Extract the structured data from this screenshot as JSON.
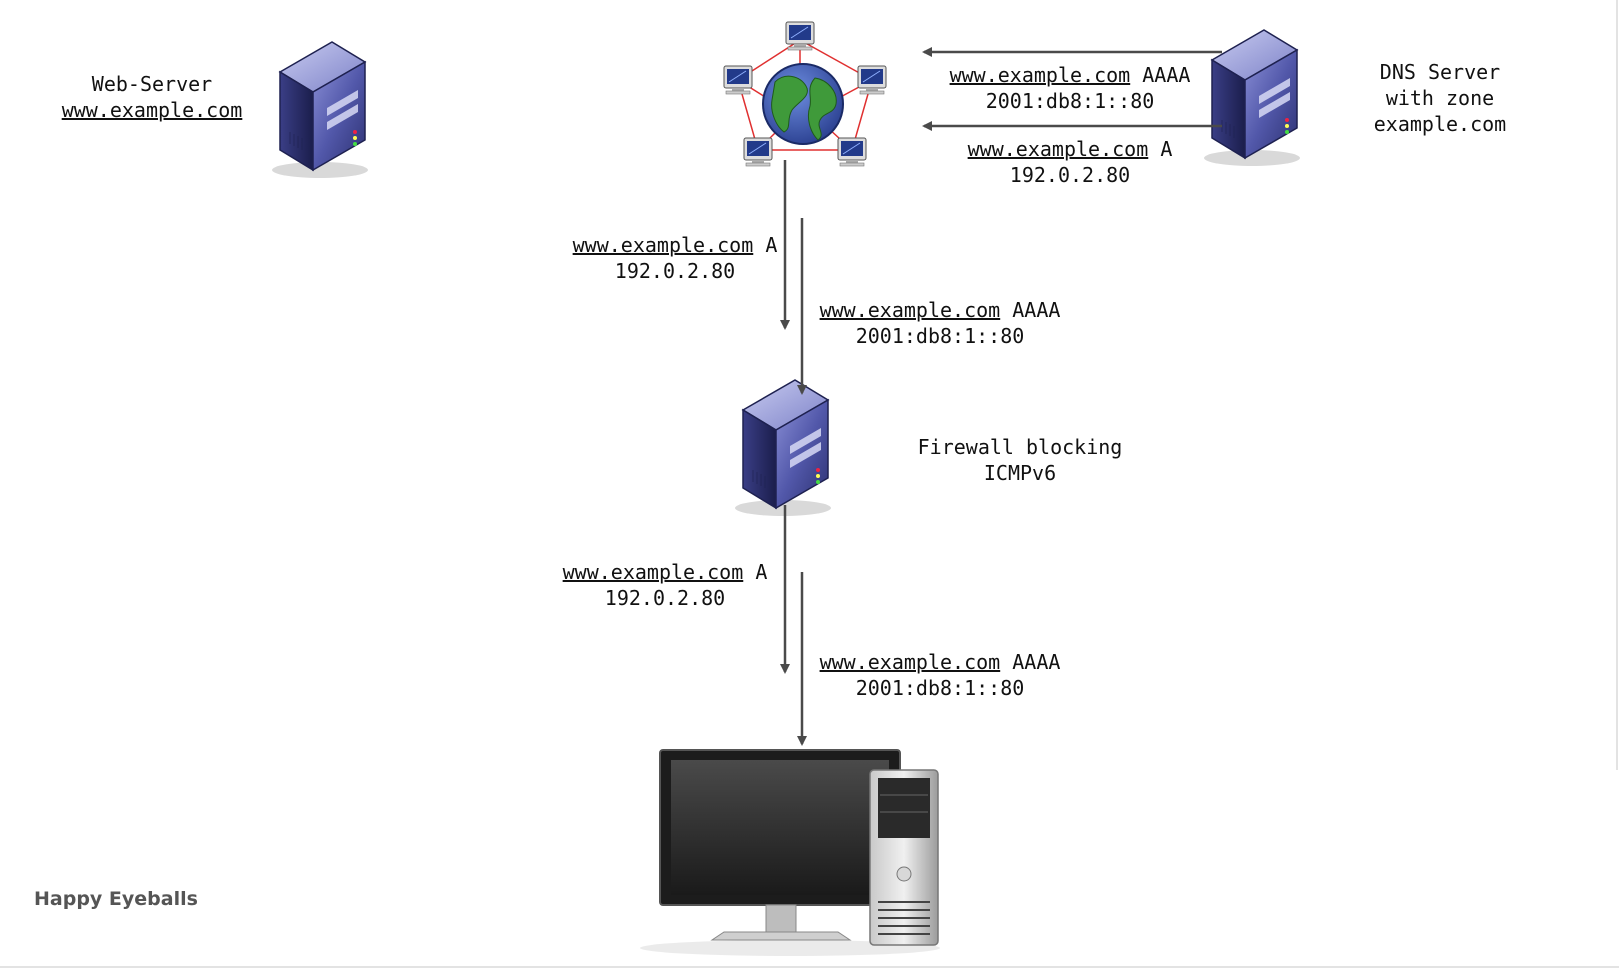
{
  "web_server": {
    "line1": "Web-Server",
    "line2": "www.example.com"
  },
  "dns_server": {
    "line1": "DNS Server",
    "line2": "with zone",
    "line3": "example.com"
  },
  "firewall": {
    "line1": "Firewall blocking",
    "line2": "ICMPv6"
  },
  "dns_to_net_aaaa": {
    "host": "www.example.com",
    "type": "AAAA",
    "addr": "2001:db8:1::80"
  },
  "dns_to_net_a": {
    "host": "www.example.com",
    "type": "A",
    "addr": "192.0.2.80"
  },
  "net_to_fw_a": {
    "host": "www.example.com",
    "type": "A",
    "addr": "192.0.2.80"
  },
  "net_to_fw_aaaa": {
    "host": "www.example.com",
    "type": "AAAA",
    "addr": "2001:db8:1::80"
  },
  "fw_to_pc_a": {
    "host": "www.example.com",
    "type": "A",
    "addr": "192.0.2.80"
  },
  "fw_to_pc_aaaa": {
    "host": "www.example.com",
    "type": "AAAA",
    "addr": "2001:db8:1::80"
  },
  "caption": "Happy Eyeballs",
  "colors": {
    "server_body": "#4a4fa0",
    "server_dark": "#1e2150",
    "arrow": "#4a4a4a",
    "network_link": "#e03030",
    "globe_ocean": "#3b5bb8",
    "globe_land": "#3f9a3a"
  }
}
